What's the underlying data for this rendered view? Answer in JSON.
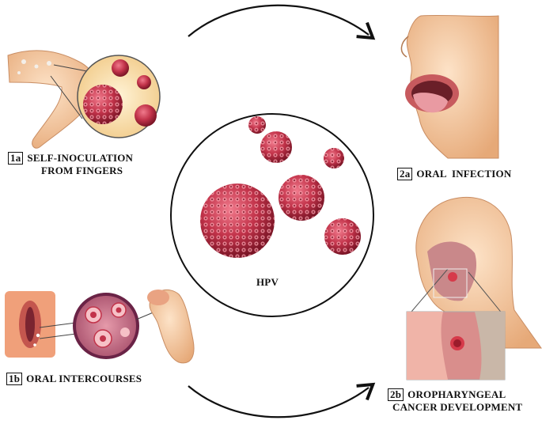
{
  "center": {
    "label": "HPV"
  },
  "steps": {
    "s1a": {
      "tag": "1a",
      "line1": "SELF-INOCULATION",
      "line2": "FROM FINGERS"
    },
    "s1b": {
      "tag": "1b",
      "line1": "ORAL INTERCOURSES"
    },
    "s2a": {
      "tag": "2a",
      "line1": "ORAL  INFECTION"
    },
    "s2b": {
      "tag": "2b",
      "line1": "OROPHARYNGEAL",
      "line2": "CANCER DEVELOPMENT"
    }
  },
  "colors": {
    "virus": "#c2334a",
    "virus_dark": "#8e1f33",
    "skin": "#f2c8a0",
    "arrow": "#111111"
  }
}
